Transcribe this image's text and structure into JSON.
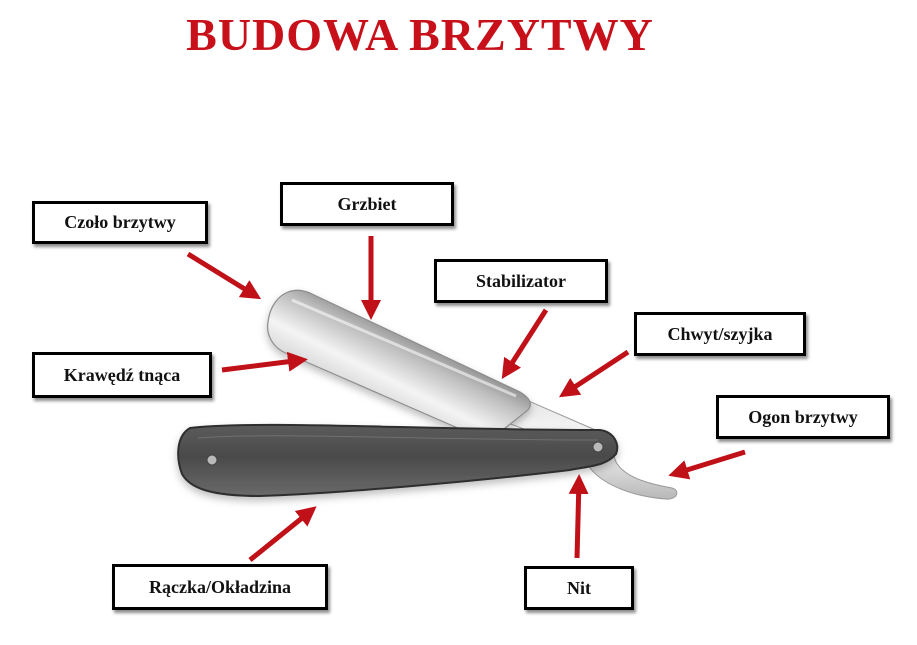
{
  "title": "BUDOWA BRZYTWY",
  "colors": {
    "title": "#c8101a",
    "arrow": "#c01018"
  },
  "labels": {
    "czolo": "Czoło brzytwy",
    "grzbiet": "Grzbiet",
    "stabilizator": "Stabilizator",
    "chwyt": "Chwyt/szyjka",
    "krawedz": "Krawędź tnąca",
    "ogon": "Ogon brzytwy",
    "raczka": "Rączka/Okładzina",
    "nit": "Nit"
  }
}
